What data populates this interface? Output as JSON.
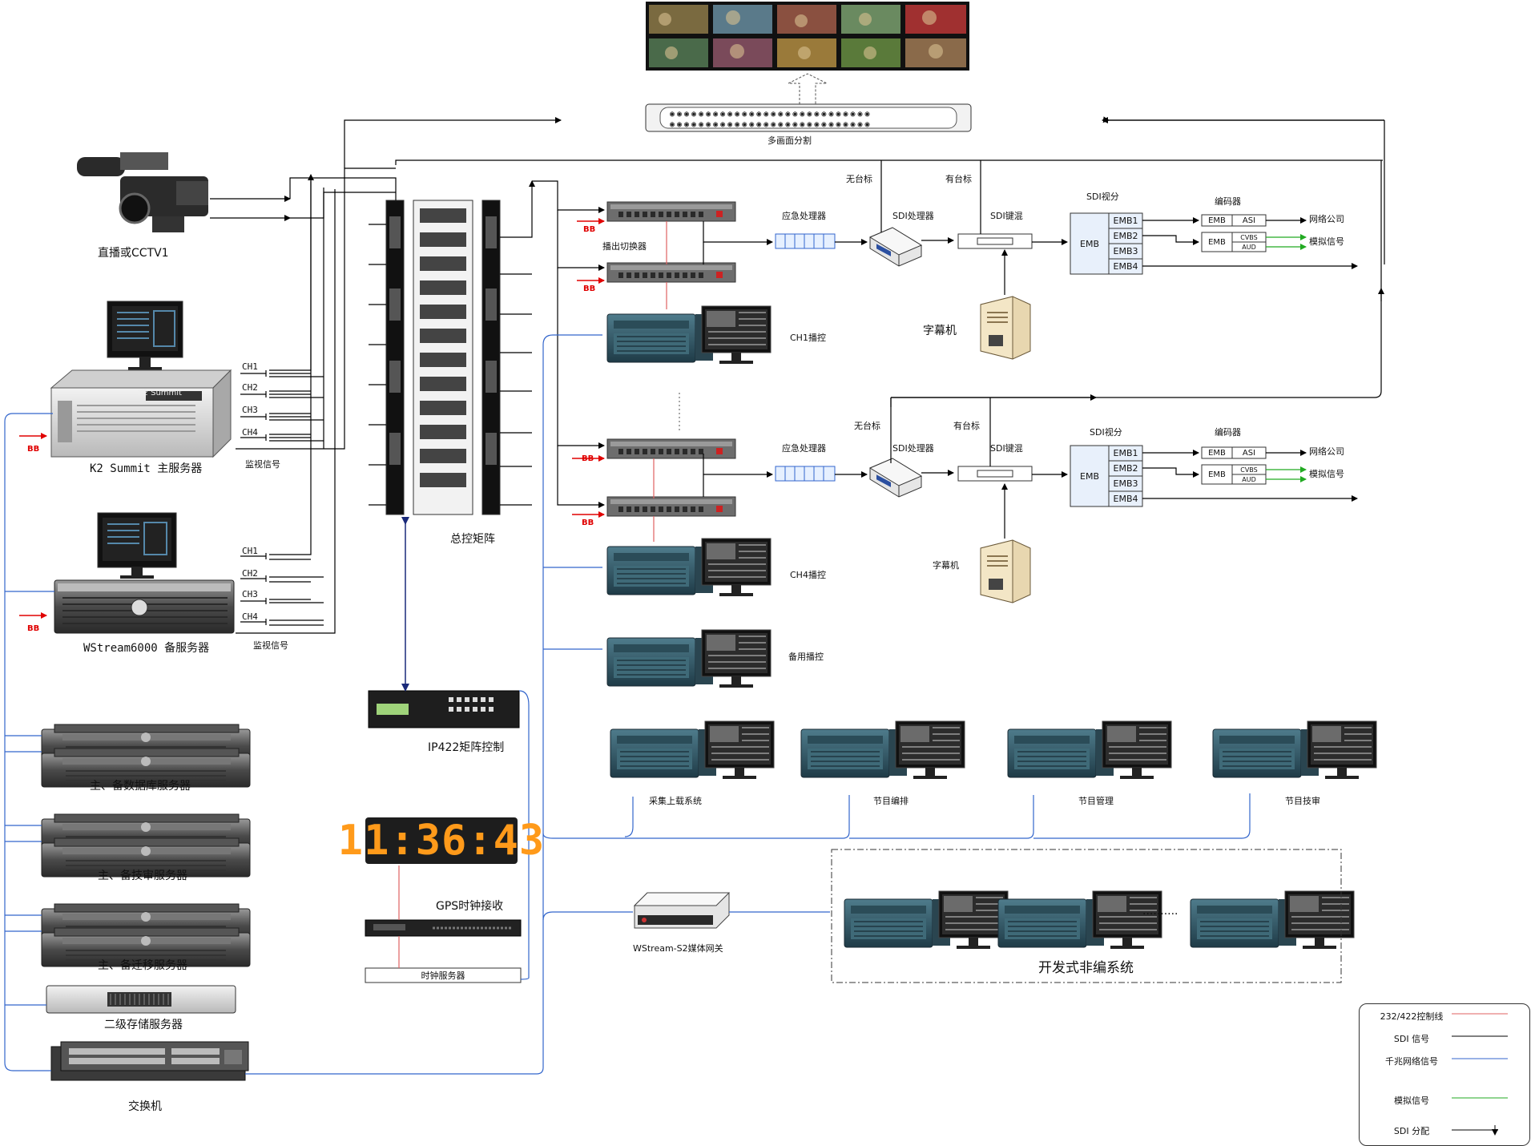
{
  "labels": {
    "multiviewer": "多画面分割",
    "camera": "直播或CCTV1",
    "k2": "K2 Summit 主服务器",
    "k2_plate": "K2 Summit",
    "wstream6000": "WStream6000 备服务器",
    "monitor1": "监视信号",
    "monitor2": "监视信号",
    "matrix": "总控矩阵",
    "ip422": "IP422矩阵控制",
    "gps": "GPS时钟接收",
    "time_server": "时钟服务器",
    "db_server": "主、备数据库服务器",
    "review_server": "主、备技审服务器",
    "migrate_server": "主、备迁移服务器",
    "storage2": "二级存储服务器",
    "switch": "交换机",
    "gateway": "WStream-S2媒体网关",
    "nle": "开发式非编系统",
    "output_switcher": "播出切换器",
    "ch1_playout": "CH1播控",
    "ch4_playout": "CH4播控",
    "backup_playout": "备用播控",
    "ingest": "采集上载系统",
    "program_edit": "节目编排",
    "program_mgmt": "节目管理",
    "program_review": "节目技审",
    "emergency1": "应急处理器",
    "emergency2": "应急处理器",
    "no_logo1": "无台标",
    "no_logo2": "无台标",
    "with_logo1": "有台标",
    "with_logo2": "有台标",
    "sdi_proc1": "SDI处理器",
    "sdi_proc2": "SDI处理器",
    "sdi_key1": "SDI键混",
    "sdi_key2": "SDI键混",
    "sdi_split1": "SDI视分",
    "sdi_split2": "SDI视分",
    "encoder1": "编码器",
    "encoder2": "编码器",
    "cg1": "字幕机",
    "cg2": "字幕机",
    "network_co1": "网络公司",
    "network_co2": "网络公司",
    "analog1": "模拟信号",
    "analog2": "模拟信号",
    "ellipsis": "··········",
    "ch": [
      "CH1",
      "CH2",
      "CH3",
      "CH4"
    ],
    "bb": "BB",
    "emb": "EMB",
    "emb_outs": [
      "EMB1",
      "EMB2",
      "EMB3",
      "EMB4"
    ],
    "asi": "ASI",
    "cvbs": "CVBS",
    "aud": "AUD"
  },
  "clock": {
    "time": "11:36:43"
  },
  "legend": {
    "items": [
      {
        "label": "232/422控制线",
        "color": "#e06060"
      },
      {
        "label": "SDI 信号",
        "color": "#000000"
      },
      {
        "label": "千兆网络信号",
        "color": "#3366cc"
      },
      {
        "label": "模拟信号",
        "color": "#22aa22"
      },
      {
        "label": "SDI 分配",
        "color": "#000000"
      }
    ]
  },
  "colors": {
    "sdi": "#000000",
    "network": "#3366cc",
    "control": "#e06060",
    "analog": "#22aa22",
    "bb_arrow": "#e00000"
  }
}
